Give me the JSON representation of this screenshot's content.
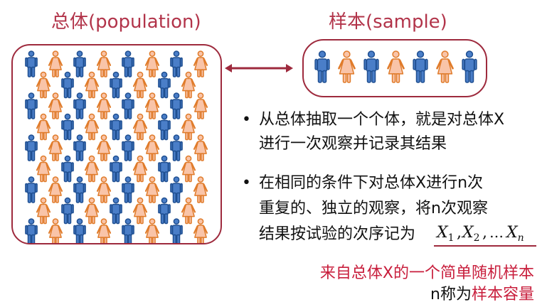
{
  "titles": {
    "population": "总体(population)",
    "sample": "样本(sample)"
  },
  "bullets": [
    {
      "lines": [
        "从总体抽取一个个体，就是对总体X",
        "进行一次观察并记录其结果"
      ]
    },
    {
      "lines": [
        "在相同的条件下对总体X进行n次",
        "重复的、独立的观察，将n次观察",
        "结果按试验的次序记为"
      ]
    }
  ],
  "formula": {
    "var": "X",
    "subs": [
      "1",
      "2",
      "n"
    ],
    "ellipsis": "…"
  },
  "conclusion": {
    "line1": "来自总体X的一个简单随机样本",
    "line2_prefix": "n称为",
    "line2_highlight": "样本容量"
  },
  "icons": {
    "male": "male-person-icon",
    "female": "female-person-icon"
  },
  "colors": {
    "title": "#b2344a",
    "frame": "#9e2a3d",
    "male_fill": "#4a7ec8",
    "male_stroke": "#1f4f91",
    "female_fill": "#f9c4a8",
    "female_stroke": "#e07b2a",
    "highlight": "#c81e3c"
  },
  "sample_people": [
    "male",
    "female",
    "male",
    "female",
    "male",
    "female",
    "male"
  ]
}
